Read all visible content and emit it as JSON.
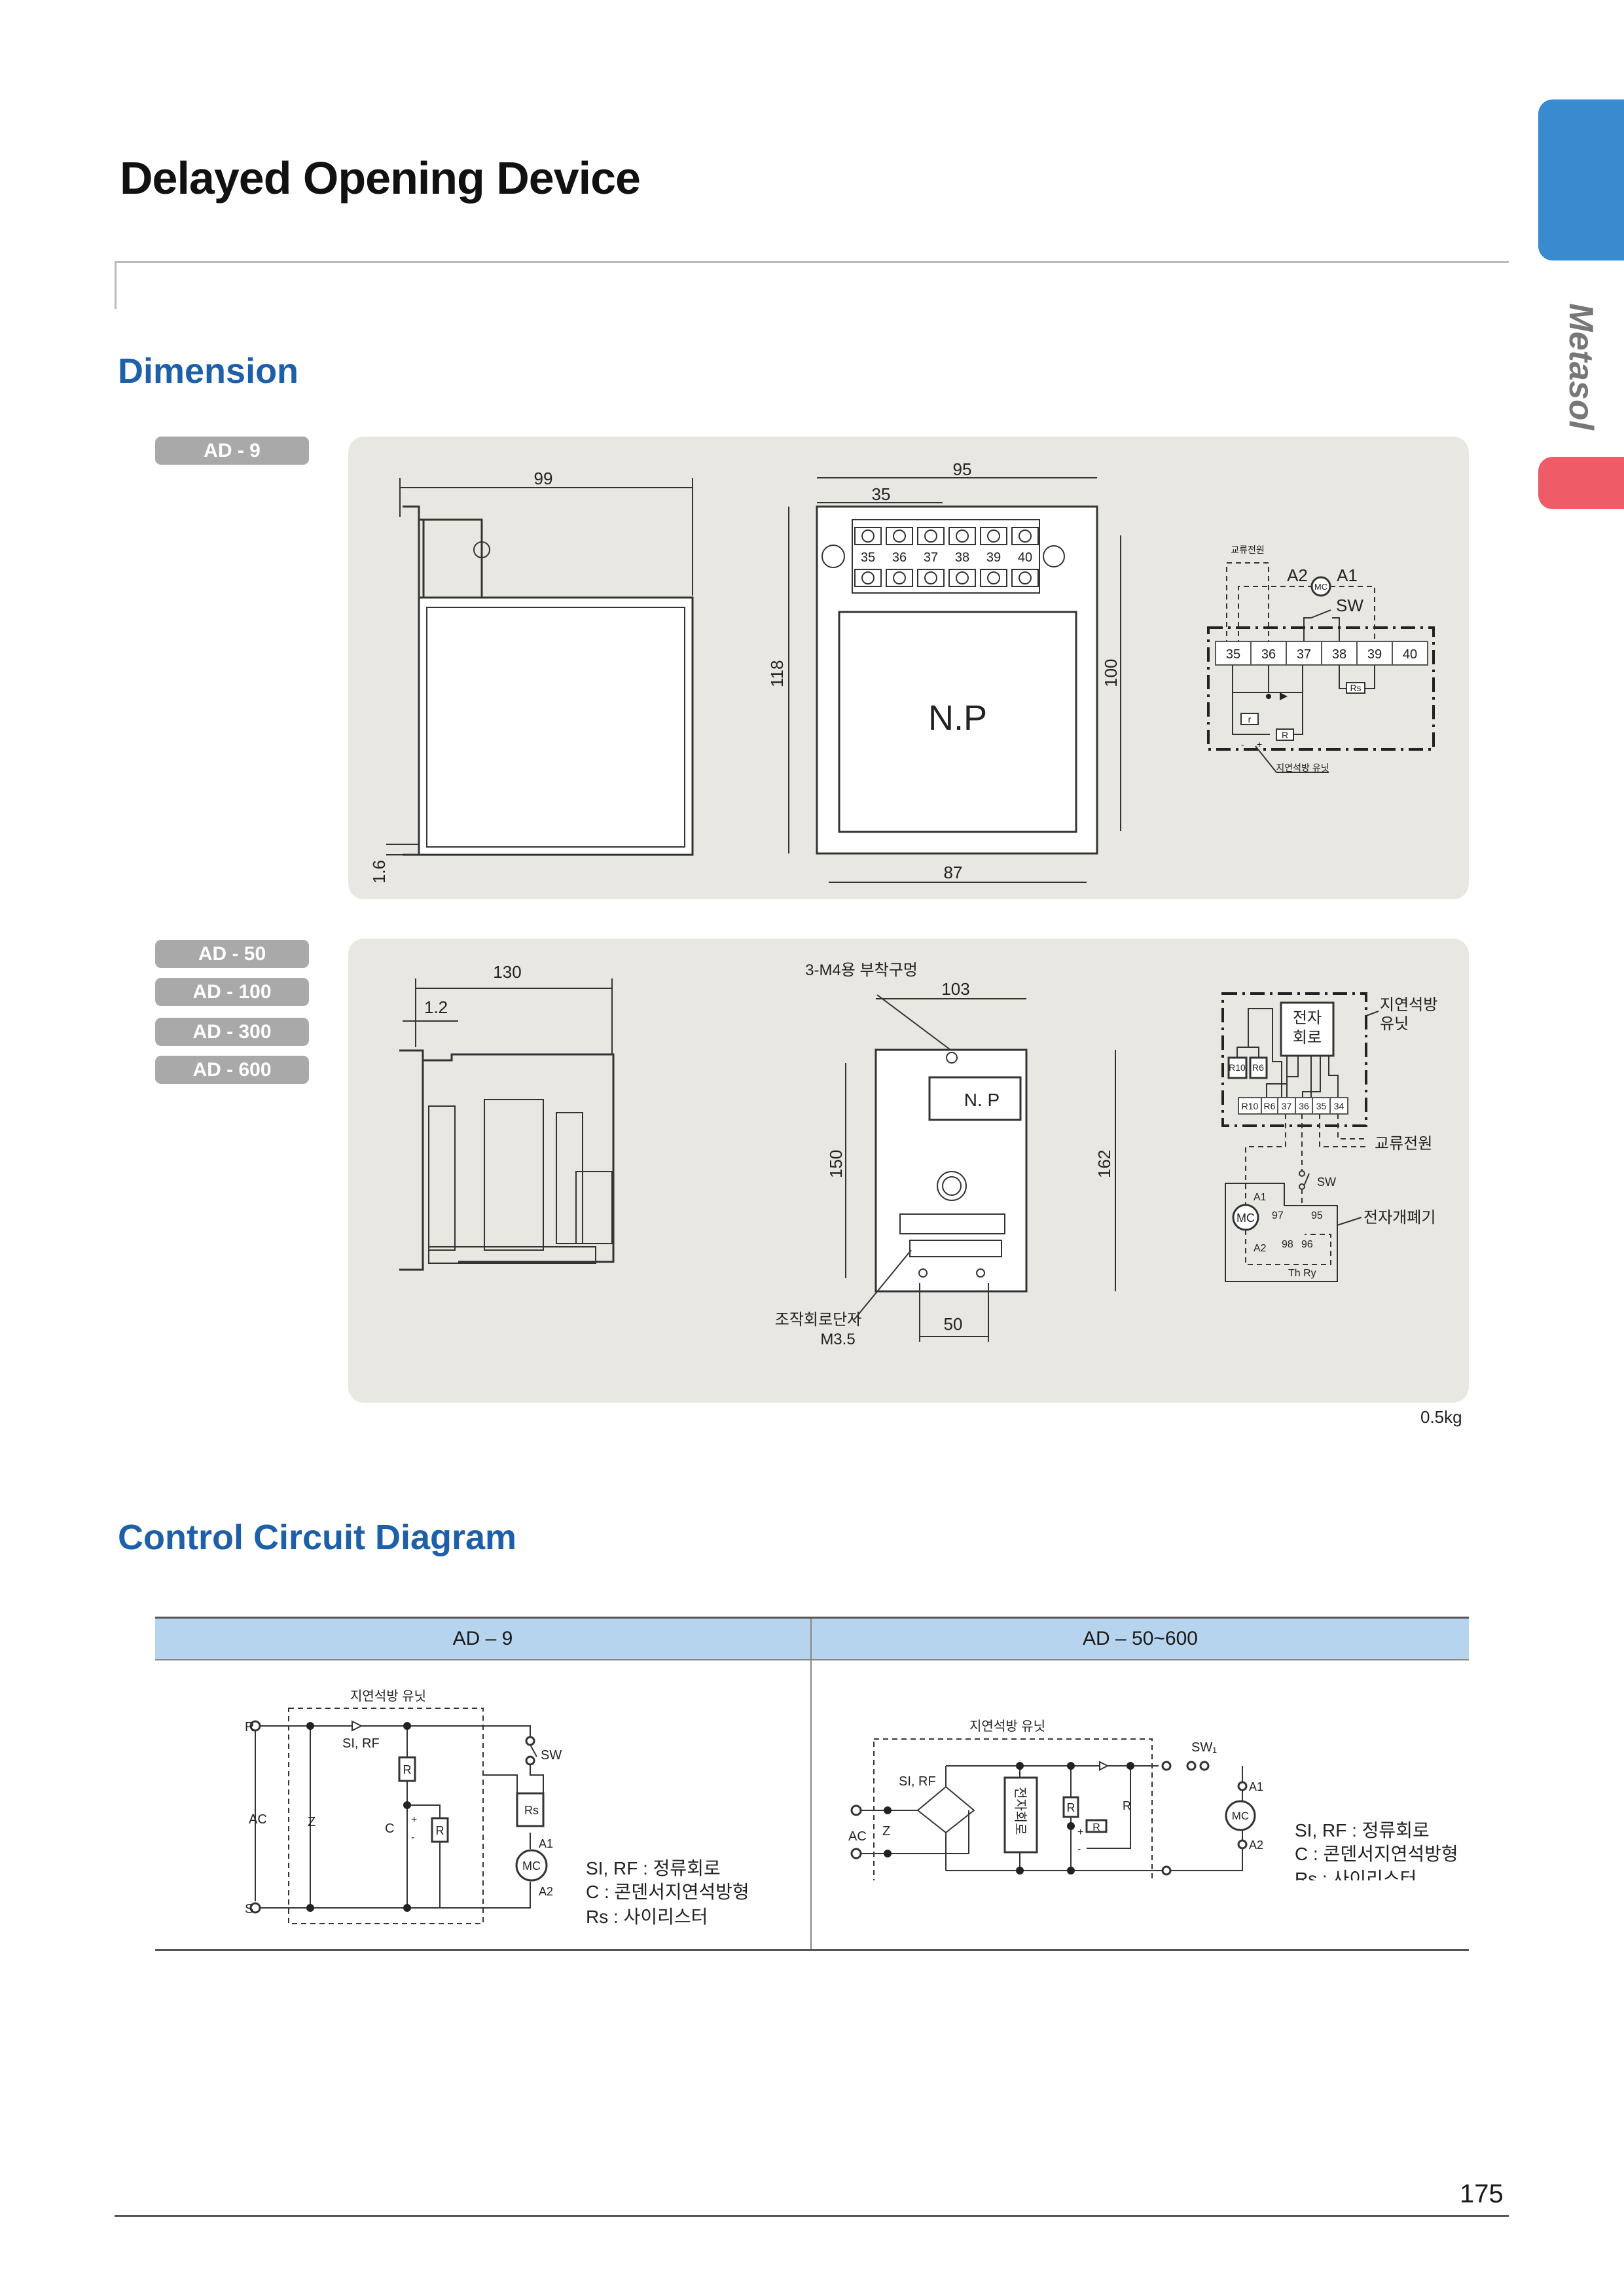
{
  "header": {
    "title": "Delayed Opening Device",
    "brand": "Metasol",
    "colors": {
      "tab_blue": "#3a8ad0",
      "tab_red": "#ef5b66",
      "heading": "#1d5fa8"
    }
  },
  "dimension": {
    "heading": "Dimension",
    "group1": {
      "models": [
        "AD - 9"
      ],
      "side": {
        "width": "99",
        "plate": "1.6"
      },
      "front": {
        "width": "95",
        "offset": "35",
        "height": "118",
        "inner_height": "100",
        "bottom": "87",
        "nameplate": "N.P",
        "terminals": [
          "35",
          "36",
          "37",
          "38",
          "39",
          "40"
        ]
      },
      "circuit": {
        "ac_power": "교류전원",
        "a2": "A2",
        "mc": "MC",
        "a1": "A1",
        "sw": "SW",
        "terminals": [
          "35",
          "36",
          "37",
          "38",
          "39",
          "40"
        ],
        "rs": "Rs",
        "r_small": "r",
        "r": "R",
        "minus": "-",
        "plus": "+",
        "unit": "지연석방 유닛"
      }
    },
    "group2": {
      "models": [
        "AD - 50",
        "AD -  100",
        "AD - 300",
        "AD - 600"
      ],
      "side": {
        "width": "130",
        "plate": "1.2"
      },
      "front": {
        "holes": "3-M4용 부착구멍",
        "width": "103",
        "nameplate": "N. P",
        "height": "150",
        "outer_height": "162",
        "terminal": "조작회로단자",
        "screw": "M3.5",
        "pitch": "50"
      },
      "circuit": {
        "unit": "지연석방",
        "unit2": "유닛",
        "elec1": "전자",
        "elec2": "회로",
        "res": [
          "R10",
          "R6"
        ],
        "terminals": [
          "R10",
          "R6",
          "37",
          "36",
          "35",
          "34"
        ],
        "ac_power": "교류전원",
        "sw": "SW",
        "a1": "A1",
        "mc": "MC",
        "a2": "A2",
        "c97": "97",
        "c95": "95",
        "c98": "98",
        "c96": "96",
        "thry": "Th  Ry",
        "contactor": "전자개폐기"
      }
    },
    "weight": "0.5kg"
  },
  "control": {
    "heading": "Control Circuit Diagram",
    "columns": [
      "AD – 9",
      "AD – 50~600"
    ],
    "left": {
      "unit": "지연석방 유닛",
      "r": "R",
      "s": "S",
      "ac": "AC",
      "z": "Z",
      "sirf": "SI, RF",
      "sw": "SW",
      "rbox": "R",
      "c": "C",
      "plus": "+",
      "minus": "-",
      "rbox2": "R",
      "rs": "Rs",
      "a1": "A1",
      "mc": "MC",
      "a2": "A2",
      "legend": [
        "SI, RF : 정류회로",
        "C : 콘덴서지연석방형",
        "Rs : 사이리스터"
      ]
    },
    "right": {
      "unit": "지연석방 유닛",
      "sw1": "SW₁",
      "sirf": "SI, RF",
      "ac": "AC",
      "z": "Z",
      "elec": "전자회로",
      "r1": "R",
      "r2": "R",
      "r3": "R",
      "plus": "+",
      "minus": "-",
      "a1": "A1",
      "mc": "MC",
      "a2": "A2",
      "legend": [
        "SI, RF : 정류회로",
        "C : 콘덴서지연석방형",
        "Rs : 사이리스터"
      ]
    }
  },
  "footer": {
    "page": "175"
  }
}
